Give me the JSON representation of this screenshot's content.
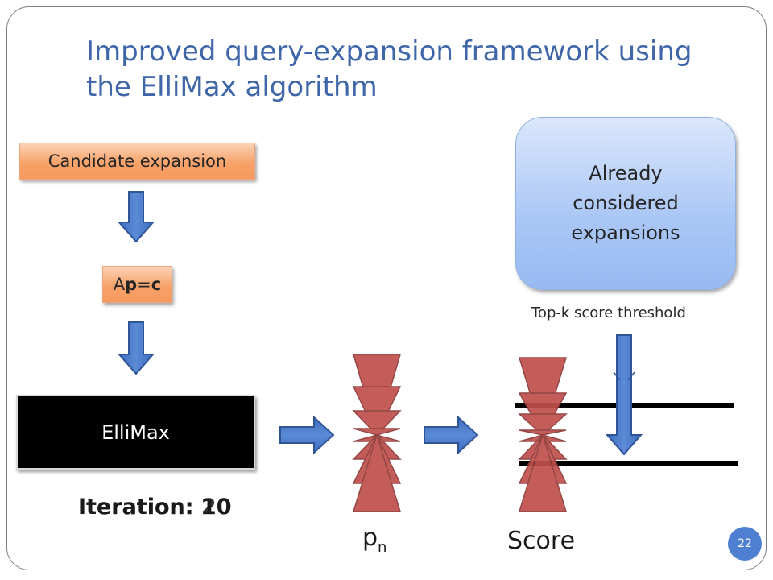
{
  "slide": {
    "title_line1": "Improved query-expansion framework using",
    "title_line2": "the ElliMax algorithm",
    "page_number": "22"
  },
  "boxes": {
    "candidate": "Candidate expansion",
    "apc_prefix": "A",
    "apc_p": "p",
    "apc_eq": "=",
    "apc_c": "c",
    "ellimax": "ElliMax",
    "already_line1": "Already",
    "already_line2": "considered",
    "already_line3": "expansions"
  },
  "labels": {
    "topk": "Top-k score threshold",
    "iteration_a": "Iteration: 10",
    "iteration_b": "Iteration: 20",
    "pn_base": "p",
    "pn_sub": "n",
    "score": "Score"
  },
  "colors": {
    "arrow_blue": "#4a7cc9",
    "triangle_red": "#c0504d"
  }
}
